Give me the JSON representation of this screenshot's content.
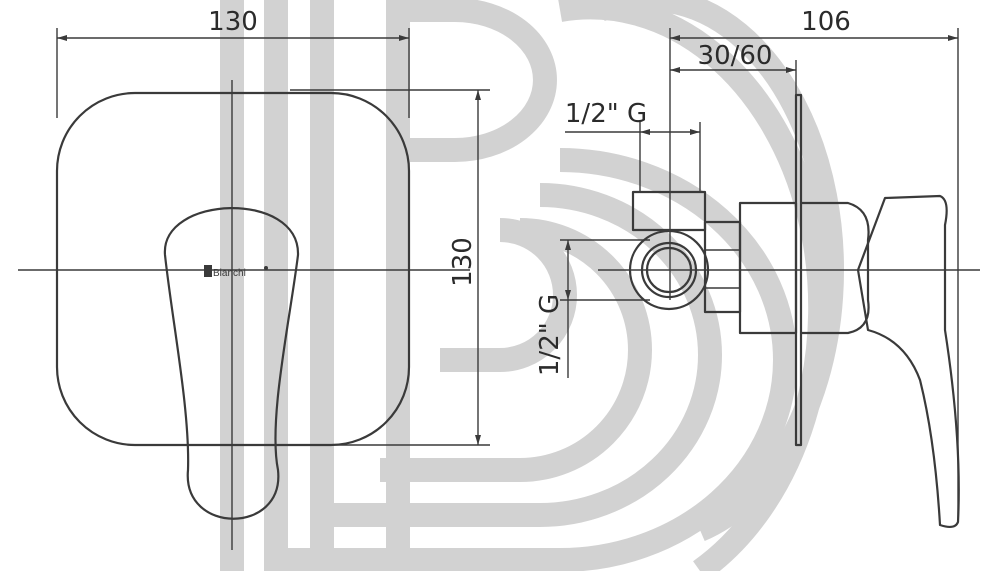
{
  "watermark": {
    "color": "#d2d2d2"
  },
  "line_color": "#3a3a3a",
  "front_view": {
    "width_label": "130",
    "height_label": "130",
    "logo": {
      "icon": "bianchi-logo-icon",
      "text": "Bianchi"
    }
  },
  "side_view": {
    "depth_label": "106",
    "adjust_label": "30/60",
    "top_thread_label": "1/2\" G",
    "side_thread_label": "1/2\" G"
  }
}
